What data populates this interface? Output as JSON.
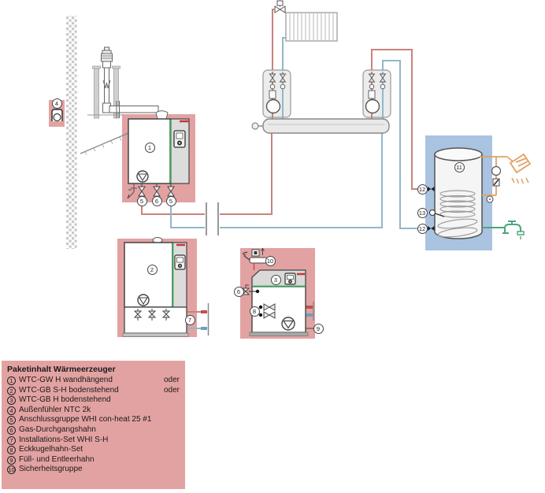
{
  "legend": {
    "title": "Paketinhalt Wärmeerzeuger",
    "items": [
      {
        "num": "1",
        "label": "WTC-GW H wandhängend",
        "suffix": "oder"
      },
      {
        "num": "2",
        "label": "WTC-GB S-H bodenstehend",
        "suffix": "oder"
      },
      {
        "num": "3",
        "label": "WTC-GB H bodenstehend",
        "suffix": ""
      },
      {
        "num": "4",
        "label": "Außenfühler NTC 2k",
        "suffix": ""
      },
      {
        "num": "5",
        "label": "Anschlussgruppe WHI con-heat 25 #1",
        "suffix": ""
      },
      {
        "num": "6",
        "label": "Gas-Durchgangshahn",
        "suffix": ""
      },
      {
        "num": "7",
        "label": "Installations-Set WHI S-H",
        "suffix": ""
      },
      {
        "num": "8",
        "label": "Eckkugelhahn-Set",
        "suffix": ""
      },
      {
        "num": "9",
        "label": "Füll- und Entleerhahn",
        "suffix": ""
      },
      {
        "num": "10",
        "label": "Sicherheitsgruppe",
        "suffix": ""
      }
    ]
  },
  "callouts": {
    "boiler1": "1",
    "boiler2": "2",
    "boiler3": "3",
    "outdoor_sensor": "4",
    "connect_group_a": "5",
    "gas_valve_a": "6",
    "connect_group_b": "5",
    "install_set": "7",
    "corner_valves": "8",
    "gas_valve_b": "6",
    "fill_drain": "9",
    "safety_group": "10",
    "tank": "11",
    "tank_conn_top": "12",
    "tank_sensor": "13",
    "tank_conn_bottom": "12"
  },
  "colors": {
    "panel_pink": "#e3a2a2",
    "panel_blue": "#a9c3e0",
    "pipe_red": "#c9837c",
    "pipe_blue": "#92b7c9",
    "pipe_orange": "#dfa263",
    "pipe_green": "#4ea57c",
    "boiler_green_stripe": "#3fa45b",
    "logo_red": "#cc3333"
  }
}
